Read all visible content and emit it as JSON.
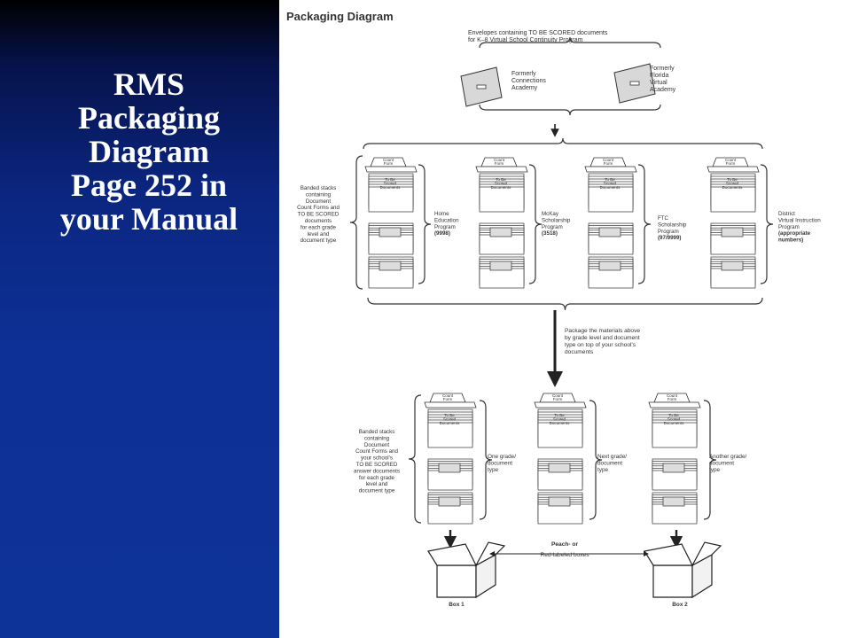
{
  "slide": {
    "title_lines": [
      "RMS",
      "Packaging",
      "Diagram",
      "Page 252 in",
      "your Manual"
    ]
  },
  "diagram": {
    "heading": "Packaging Diagram",
    "envelopes_caption": [
      "Envelopes containing TO BE SCORED documents",
      "for K–8 Virtual School Continuity Program"
    ],
    "envelope_left_label": [
      "Formerly",
      "Connections",
      "Academy"
    ],
    "envelope_right_label": [
      "Formerly",
      "Florida",
      "Virtual",
      "Academy"
    ],
    "count_form_label": [
      "Count",
      "Form"
    ],
    "scored_label": [
      "To Be",
      "Scored",
      "Documents"
    ],
    "banded_top_label": [
      "Banded stacks",
      "containing",
      "Document",
      "Count Forms and",
      "TO BE SCORED",
      "documents",
      "for each grade",
      "level and",
      "document type"
    ],
    "programs": [
      [
        "Home",
        "Education",
        "Program",
        "(9998)"
      ],
      [
        "McKay",
        "Scholarship",
        "Program",
        "(3518)"
      ],
      [
        "FTC",
        "Scholarship",
        "Program",
        "(97/9999)"
      ],
      [
        "District",
        "Virtual Instruction",
        "Program",
        "(appropriate",
        "numbers)"
      ]
    ],
    "package_caption": [
      "Package the materials above",
      "by grade level and document",
      "type on top of your school's",
      "documents"
    ],
    "banded_bottom_label": [
      "Banded stacks",
      "containing",
      "Document",
      "Count Forms and",
      "your school's",
      "TO BE SCORED",
      "answer documents",
      "for each grade",
      "level and",
      "document type"
    ],
    "grade_types": [
      [
        "One grade/",
        "document",
        "type"
      ],
      [
        "Next grade/",
        "document",
        "type"
      ],
      [
        "Another grade/",
        "document",
        "type"
      ]
    ],
    "boxes_caption": [
      "Peach- or",
      "Red-labeled boxes"
    ],
    "box1_label": "Box 1",
    "box2_label": "Box 2"
  }
}
